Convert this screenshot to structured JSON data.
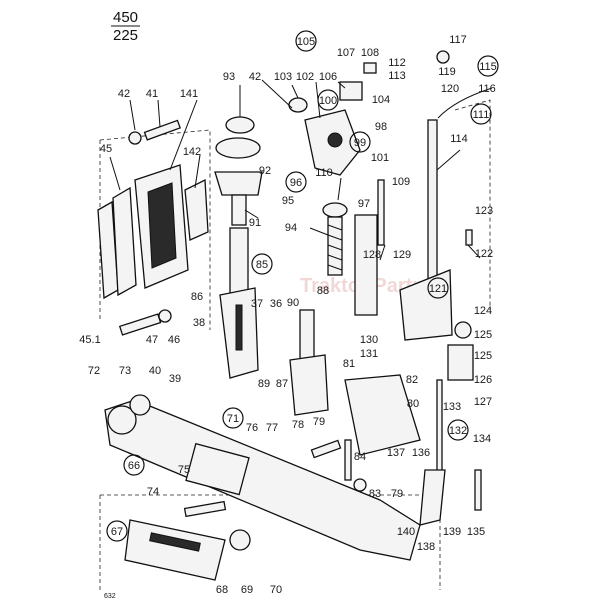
{
  "header": {
    "top": "450",
    "bottom": "225"
  },
  "footer_code": "632",
  "watermark": "Traktor Partner",
  "callouts": [
    {
      "id": "c105",
      "text": "105",
      "circle": true
    },
    {
      "id": "c115",
      "text": "115",
      "circle": true
    },
    {
      "id": "c111",
      "text": "111",
      "circle": true
    },
    {
      "id": "c100",
      "text": "100",
      "circle": true
    },
    {
      "id": "c99",
      "text": "99",
      "circle": true
    },
    {
      "id": "c96",
      "text": "96",
      "circle": true
    },
    {
      "id": "c85",
      "text": "85",
      "circle": true
    },
    {
      "id": "c121",
      "text": "121",
      "circle": true
    },
    {
      "id": "c71",
      "text": "71",
      "circle": true
    },
    {
      "id": "c66",
      "text": "66",
      "circle": true
    },
    {
      "id": "c132",
      "text": "132",
      "circle": true
    },
    {
      "id": "c67",
      "text": "67",
      "circle": true
    },
    {
      "id": "p107",
      "text": "107"
    },
    {
      "id": "p108",
      "text": "108"
    },
    {
      "id": "p112",
      "text": "112"
    },
    {
      "id": "p113",
      "text": "113"
    },
    {
      "id": "p117",
      "text": "117"
    },
    {
      "id": "p119",
      "text": "119"
    },
    {
      "id": "p120",
      "text": "120"
    },
    {
      "id": "p116",
      "text": "116"
    },
    {
      "id": "p93",
      "text": "93"
    },
    {
      "id": "p42a",
      "text": "42"
    },
    {
      "id": "p103",
      "text": "103"
    },
    {
      "id": "p102",
      "text": "102"
    },
    {
      "id": "p106",
      "text": "106"
    },
    {
      "id": "p104",
      "text": "104"
    },
    {
      "id": "p42b",
      "text": "42"
    },
    {
      "id": "p41",
      "text": "41"
    },
    {
      "id": "p141",
      "text": "141"
    },
    {
      "id": "p98",
      "text": "98"
    },
    {
      "id": "p114",
      "text": "114"
    },
    {
      "id": "p92",
      "text": "92"
    },
    {
      "id": "p101",
      "text": "101"
    },
    {
      "id": "p110",
      "text": "110"
    },
    {
      "id": "p45",
      "text": "45"
    },
    {
      "id": "p142",
      "text": "142"
    },
    {
      "id": "p95",
      "text": "95"
    },
    {
      "id": "p109",
      "text": "109"
    },
    {
      "id": "p97",
      "text": "97"
    },
    {
      "id": "p91",
      "text": "91"
    },
    {
      "id": "p94",
      "text": "94"
    },
    {
      "id": "p123",
      "text": "123"
    },
    {
      "id": "p128",
      "text": "128"
    },
    {
      "id": "p129",
      "text": "129"
    },
    {
      "id": "p122",
      "text": "122"
    },
    {
      "id": "p88",
      "text": "88"
    },
    {
      "id": "p86",
      "text": "86"
    },
    {
      "id": "p37",
      "text": "37"
    },
    {
      "id": "p36",
      "text": "36"
    },
    {
      "id": "p90",
      "text": "90"
    },
    {
      "id": "p124",
      "text": "124"
    },
    {
      "id": "p451",
      "text": "45.1"
    },
    {
      "id": "p47",
      "text": "47"
    },
    {
      "id": "p46",
      "text": "46"
    },
    {
      "id": "p38",
      "text": "38"
    },
    {
      "id": "p125a",
      "text": "125"
    },
    {
      "id": "p130",
      "text": "130"
    },
    {
      "id": "p131",
      "text": "131"
    },
    {
      "id": "p125b",
      "text": "125"
    },
    {
      "id": "p81",
      "text": "81"
    },
    {
      "id": "p89",
      "text": "89"
    },
    {
      "id": "p87",
      "text": "87"
    },
    {
      "id": "p82",
      "text": "82"
    },
    {
      "id": "p126",
      "text": "126"
    },
    {
      "id": "p72",
      "text": "72"
    },
    {
      "id": "p73",
      "text": "73"
    },
    {
      "id": "p40",
      "text": "40"
    },
    {
      "id": "p39",
      "text": "39"
    },
    {
      "id": "p127",
      "text": "127"
    },
    {
      "id": "p133",
      "text": "133"
    },
    {
      "id": "p80",
      "text": "80"
    },
    {
      "id": "p78",
      "text": "78"
    },
    {
      "id": "p79a",
      "text": "79"
    },
    {
      "id": "p76",
      "text": "76"
    },
    {
      "id": "p77",
      "text": "77"
    },
    {
      "id": "p134",
      "text": "134"
    },
    {
      "id": "p84",
      "text": "84"
    },
    {
      "id": "p137",
      "text": "137"
    },
    {
      "id": "p136",
      "text": "136"
    },
    {
      "id": "p75",
      "text": "75"
    },
    {
      "id": "p83",
      "text": "83"
    },
    {
      "id": "p79b",
      "text": "79"
    },
    {
      "id": "p74",
      "text": "74"
    },
    {
      "id": "p140",
      "text": "140"
    },
    {
      "id": "p139",
      "text": "139"
    },
    {
      "id": "p135",
      "text": "135"
    },
    {
      "id": "p138",
      "text": "138"
    },
    {
      "id": "p68",
      "text": "68"
    },
    {
      "id": "p69",
      "text": "69"
    },
    {
      "id": "p70",
      "text": "70"
    }
  ]
}
